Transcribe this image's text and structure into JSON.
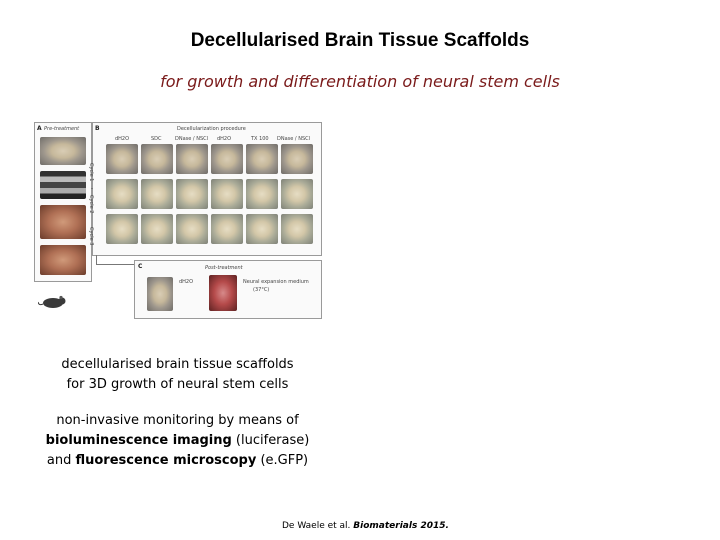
{
  "title": "Decellularised Brain Tissue Scaffolds",
  "subtitle": "for growth and differentiation of neural stem cells",
  "figure": {
    "panel_a_label": "A",
    "panel_a_title": "Pre-treatment",
    "panel_b_label": "B",
    "panel_b_title": "Decellularization procedure",
    "panel_b_columns": [
      "dH2O",
      "SDC",
      "DNase / NSCl",
      "dH2O",
      "TX 100",
      "DNase / NSCl"
    ],
    "panel_b_rows": [
      "Cycle 1",
      "Cycle 2",
      "Cycle 3"
    ],
    "panel_c_label": "C",
    "panel_c_title": "Post-treatment",
    "panel_c_item1": "dH2O",
    "panel_c_item2": "Neural expansion medium",
    "panel_c_item2_sub": "(37°C)"
  },
  "text1": {
    "line1": "decellularised brain tissue scaffolds",
    "line2": "for 3D growth of neural stem cells"
  },
  "text2": {
    "line1": "non-invasive monitoring by means of",
    "line2_bold": "bioluminescence imaging",
    "line2_rest": " (luciferase)",
    "line3_pre": "and ",
    "line3_bold": "fluorescence microscopy",
    "line3_rest": " (e.GFP)"
  },
  "citation": {
    "authors": "De Waele et al. ",
    "journal": "Biomaterials 2015."
  }
}
